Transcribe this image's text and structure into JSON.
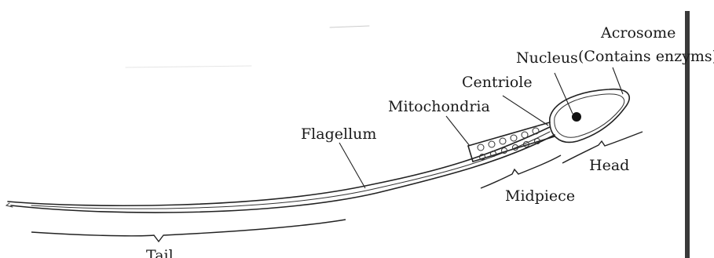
{
  "labels": {
    "acrosome": "Acrosome",
    "acrosome_note": "(Contains enzyms)",
    "nucleus": "Nucleus",
    "centriole": "Centriole",
    "mitochondria": "Mitochondria",
    "flagellum": "Flagellum",
    "head": "Head",
    "midpiece": "Midpiece",
    "tail": "Tail"
  }
}
